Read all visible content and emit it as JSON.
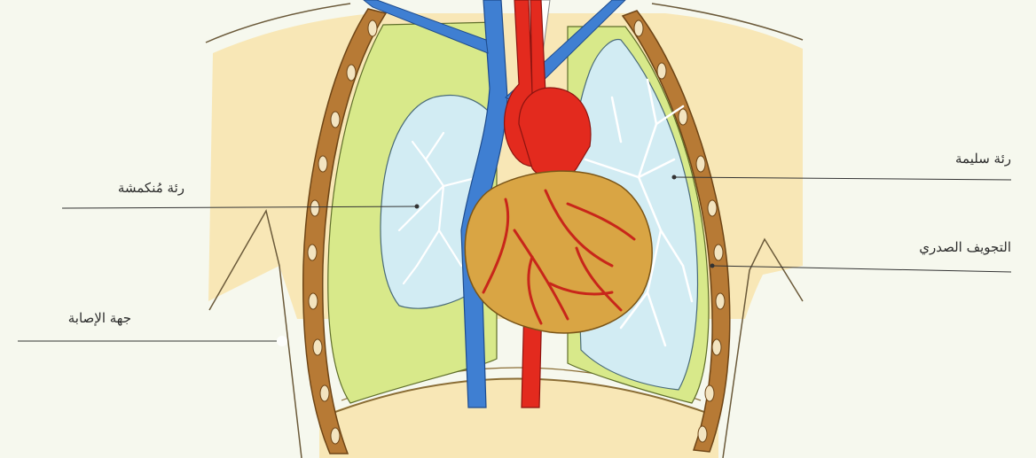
{
  "labels": {
    "collapsed_lung": "رئة مُنكمشة",
    "healthy_lung": "رئة سليمة",
    "chest_cavity": "التجويف الصدري",
    "injury_side": "جهة الإصابة"
  },
  "colors": {
    "background": "#f6f8ee",
    "skin": "#f8e7b6",
    "rib": "#b77a35",
    "pleural_space": "#d8e98a",
    "lung": "#d2ecf3",
    "bronchi": "#ffffff",
    "vein": "#3f7fd2",
    "artery": "#e32a1e",
    "heart": "#d9a544",
    "leader_line": "#333333"
  }
}
